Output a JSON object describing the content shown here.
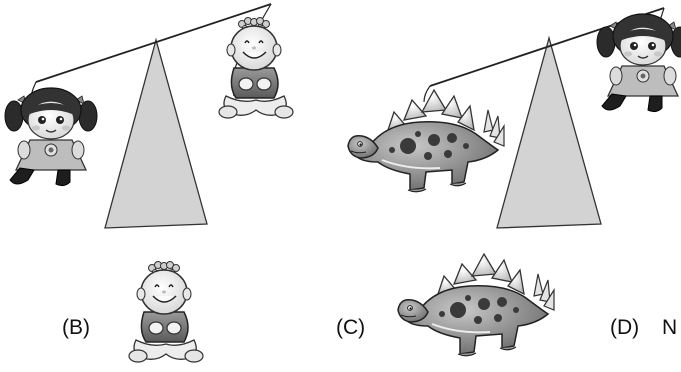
{
  "options": {
    "b_label": "(B)",
    "c_label": "(C)",
    "d_label": "(D)",
    "d_text_fragment": "N"
  }
}
